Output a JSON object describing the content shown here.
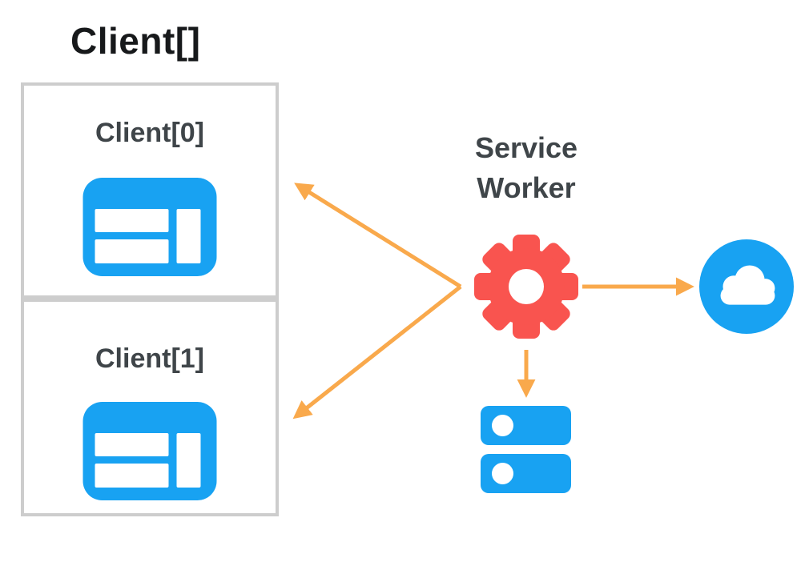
{
  "title": "Client[]",
  "clients": [
    {
      "label": "Client[0]",
      "icon": "browser-window-icon"
    },
    {
      "label": "Client[1]",
      "icon": "browser-window-icon"
    }
  ],
  "service_worker": {
    "label": "Service\nWorker",
    "icon": "gear-icon"
  },
  "network": {
    "icon": "cloud-icon"
  },
  "storage": {
    "icon": "database-icon"
  },
  "colors": {
    "blue": "#18A2F2",
    "red": "#F9544F",
    "orange": "#F9A94C",
    "border_gray": "#CDCDCD",
    "text_dark": "#3F4549",
    "title_black": "#17191B",
    "background": "#FFFFFF"
  },
  "diagram": {
    "nodes": [
      "client-array",
      "client-0",
      "client-1",
      "service-worker",
      "network-cloud",
      "storage-database"
    ],
    "edges": [
      {
        "from": "service-worker",
        "to": "client-0",
        "style": "arrow"
      },
      {
        "from": "service-worker",
        "to": "client-1",
        "style": "arrow"
      },
      {
        "from": "service-worker",
        "to": "network-cloud",
        "style": "arrow"
      },
      {
        "from": "service-worker",
        "to": "storage-database",
        "style": "arrow"
      }
    ]
  }
}
